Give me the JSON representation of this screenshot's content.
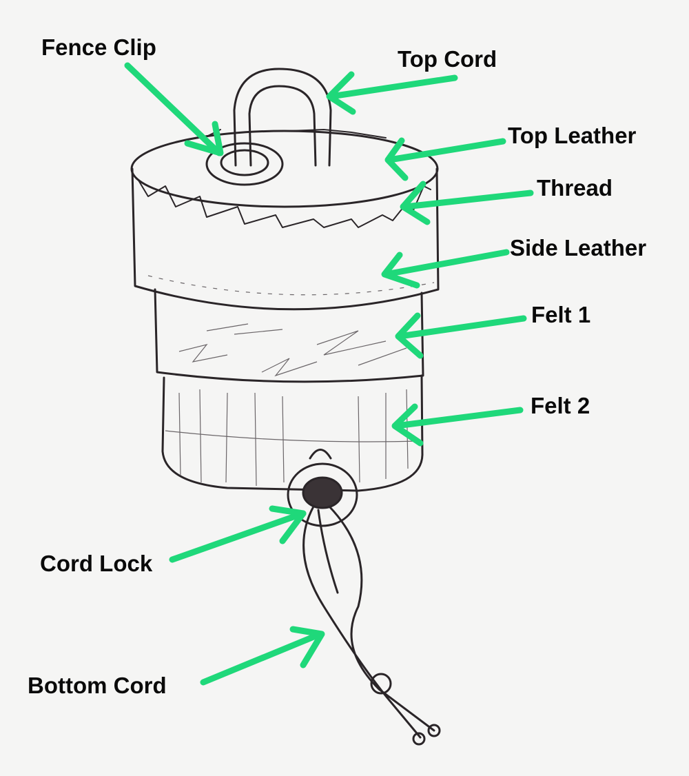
{
  "title_labels": {
    "fence_clip": "Fence Clip",
    "top_cord": "Top Cord",
    "top_leather": "Top Leather",
    "thread": "Thread",
    "side_leather": "Side Leather",
    "felt_1": "Felt 1",
    "felt_2": "Felt 2",
    "cord_lock": "Cord Lock",
    "bottom_cord": "Bottom Cord"
  },
  "colors": {
    "arrow": "#1fd87a",
    "ink": "#2a2528",
    "paper": "#f5f5f4"
  }
}
